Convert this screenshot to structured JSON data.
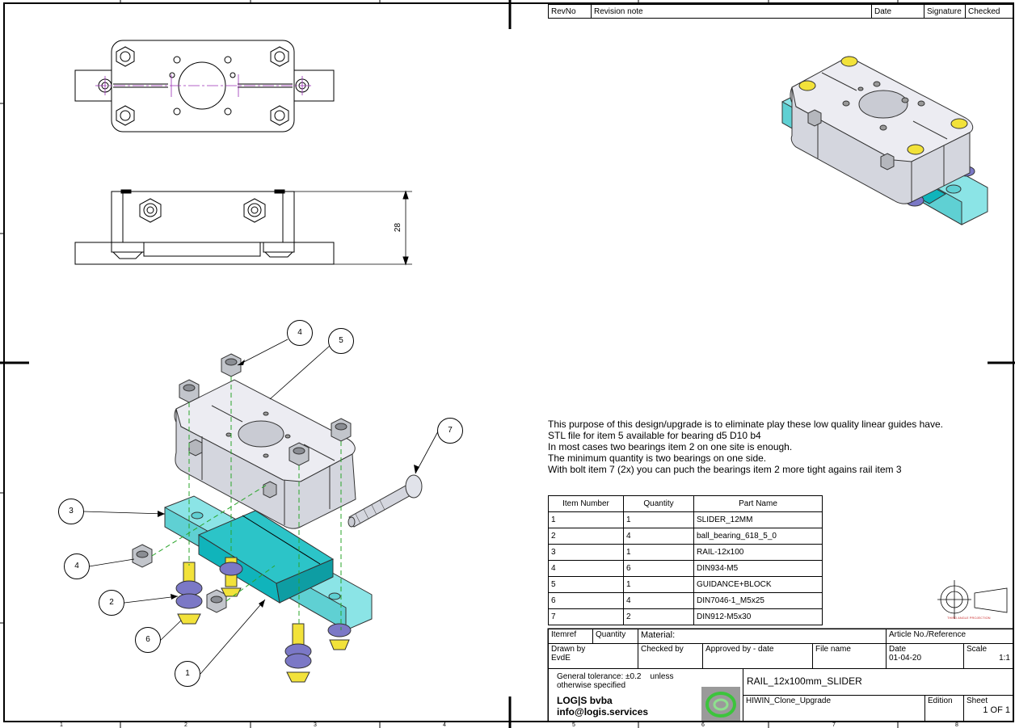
{
  "revision_table": {
    "headers": [
      "RevNo",
      "Revision note",
      "Date",
      "Signature",
      "Checked"
    ]
  },
  "dimension": "28",
  "notes": [
    "This purpose of this design/upgrade is to eliminate play these low quality linear guides have.",
    "STL file for item 5 available for bearing d5 D10 b4",
    "In most cases two bearings item 2 on one site is enough.",
    "The minimum quantity is two bearings on one side.",
    "With bolt item 7 (2x) you can puch the bearings item 2 more tight agains rail item 3"
  ],
  "bom": {
    "headers": [
      "Item Number",
      "Quantity",
      "Part Name"
    ],
    "rows": [
      [
        "1",
        "1",
        "SLIDER_12MM"
      ],
      [
        "2",
        "4",
        "ball_bearing_618_5_0"
      ],
      [
        "3",
        "1",
        "RAIL-12x100"
      ],
      [
        "4",
        "6",
        "DIN934-M5"
      ],
      [
        "5",
        "1",
        "GUIDANCE+BLOCK"
      ],
      [
        "6",
        "4",
        "DIN7046-1_M5x25"
      ],
      [
        "7",
        "2",
        "DIN912-M5x30"
      ]
    ]
  },
  "balloons": [
    "4",
    "5",
    "7",
    "3",
    "4",
    "2",
    "6",
    "1"
  ],
  "projection_label": "THIRD ANGLE PROJECTION",
  "title_block": {
    "itemref": "Itemref",
    "quantity": "Quantity",
    "material": "Material:",
    "article": "Article No./Reference",
    "drawn_by_label": "Drawn by",
    "drawn_by": "EvdE",
    "checked_by": "Checked by",
    "approved_by": "Approved by - date",
    "file_name": "File name",
    "date_label": "Date",
    "date": "01-04-20",
    "scale_label": "Scale",
    "scale": "1:1",
    "tolerance_1": "General tolerance: ±0.2    unless",
    "tolerance_2": "otherwise specified",
    "company": "LOG|S bvba",
    "email": "info@logis.services",
    "title": "RAIL_12x100mm_SLIDER",
    "subtitle": "HIWIN_Clone_Upgrade",
    "edition_label": "Edition",
    "sheet_label": "Sheet",
    "sheet": "1 OF 1"
  },
  "zone_numbers": [
    "1",
    "2",
    "3",
    "4",
    "5",
    "6",
    "7",
    "8"
  ],
  "colors": {
    "body": "#e1e3ea",
    "block": "#10b4bb",
    "rail": "#8be4e6",
    "bolt": "#f2e23a",
    "bearing": "#7b78c6",
    "nut": "#c2c5cb",
    "hidden_line": "#2aa52a"
  }
}
